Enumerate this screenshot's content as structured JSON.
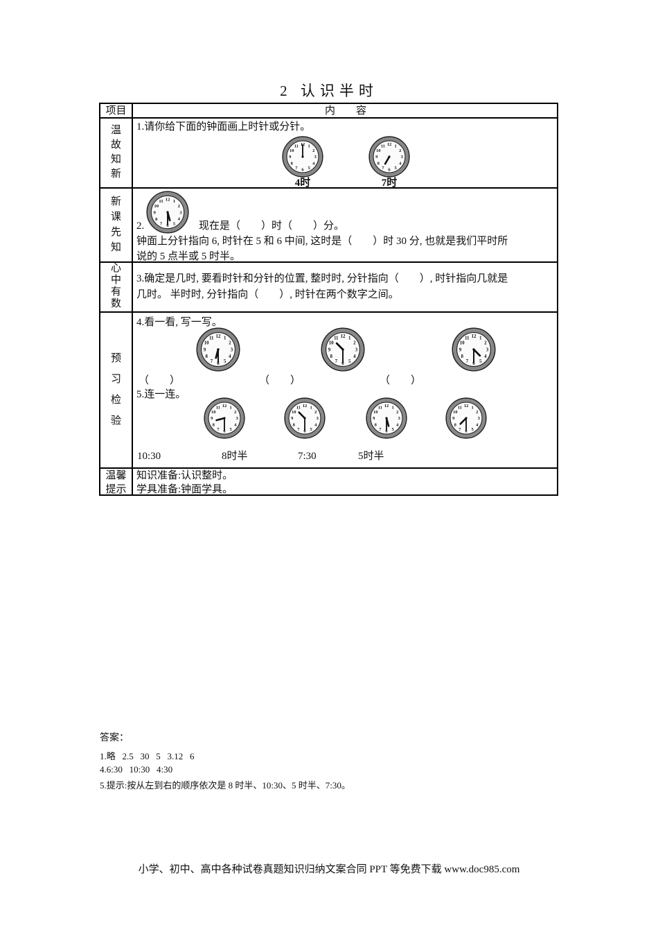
{
  "page": {
    "title": "2 认识半时",
    "footer": "小学、初中、高中各种试卷真题知识归纳文案合同 PPT 等免费下载 www.doc985.com"
  },
  "table_header": {
    "item": "项目",
    "content": "内　　容"
  },
  "sections": {
    "review": {
      "label": "温故知新",
      "task": "1.请你给下面的钟面画上时针或分针。",
      "clocks": [
        {
          "caption": "4时",
          "shows": "minute hand at 12, hour hand missing",
          "hour_angle": null,
          "minute_angle": 0
        },
        {
          "caption": "7时",
          "shows": "hour hand at 7, minute hand missing",
          "hour_angle": 210,
          "minute_angle": null
        }
      ]
    },
    "preview": {
      "label": "新课先知",
      "item_no": "2.",
      "question": "现在是（　　）时（　　）分。",
      "line2": "钟面上分针指向 6, 时针在 5 和 6 中间, 这时是（　　）时 30 分, 也就是我们平时所",
      "line3": "说的 5 点半或 5 时半。",
      "clock": {
        "shows": "5:30",
        "hour_angle": 165,
        "minute_angle": 180
      }
    },
    "mind": {
      "label": "心中有数",
      "line1": "3.确定是几时, 要看时针和分针的位置, 整时时, 分针指向（　　）, 时针指向几就是",
      "line2": "几时。 半时时, 分针指向（　　）, 时针在两个数字之间。"
    },
    "practice": {
      "label": "预习检验",
      "q4_title": "4.看一看, 写一写。",
      "q4_clocks": [
        {
          "shows": "6:30",
          "hour_angle": 195,
          "minute_angle": 180
        },
        {
          "shows": "10:30",
          "hour_angle": 315,
          "minute_angle": 180
        },
        {
          "shows": "4:30",
          "hour_angle": 135,
          "minute_angle": 180
        }
      ],
      "q4_blanks": [
        "（　　）",
        "（　　）",
        "（　　）"
      ],
      "q5_title": "5.连一连。",
      "q5_clocks": [
        {
          "shows": "8:30",
          "hour_angle": 255,
          "minute_angle": 180
        },
        {
          "shows": "10:30",
          "hour_angle": 315,
          "minute_angle": 180
        },
        {
          "shows": "5:30",
          "hour_angle": 165,
          "minute_angle": 180
        },
        {
          "shows": "7:30",
          "hour_angle": 225,
          "minute_angle": 180
        }
      ],
      "q5_labels": [
        "10:30",
        "8时半",
        "7:30",
        "5时半"
      ]
    },
    "tips": {
      "label": "温馨提示",
      "line1": "知识准备:认识整时。",
      "line2": "学具准备:钟面学具。"
    }
  },
  "answers": {
    "title": "答案：",
    "line1": "1.略   2.5   30   5   3.12   6",
    "line2": "4.6:30   10:30   4:30",
    "line3": "5.提示:按从左到右的顺序依次是 8 时半、10:30、5 时半、7:30。"
  }
}
